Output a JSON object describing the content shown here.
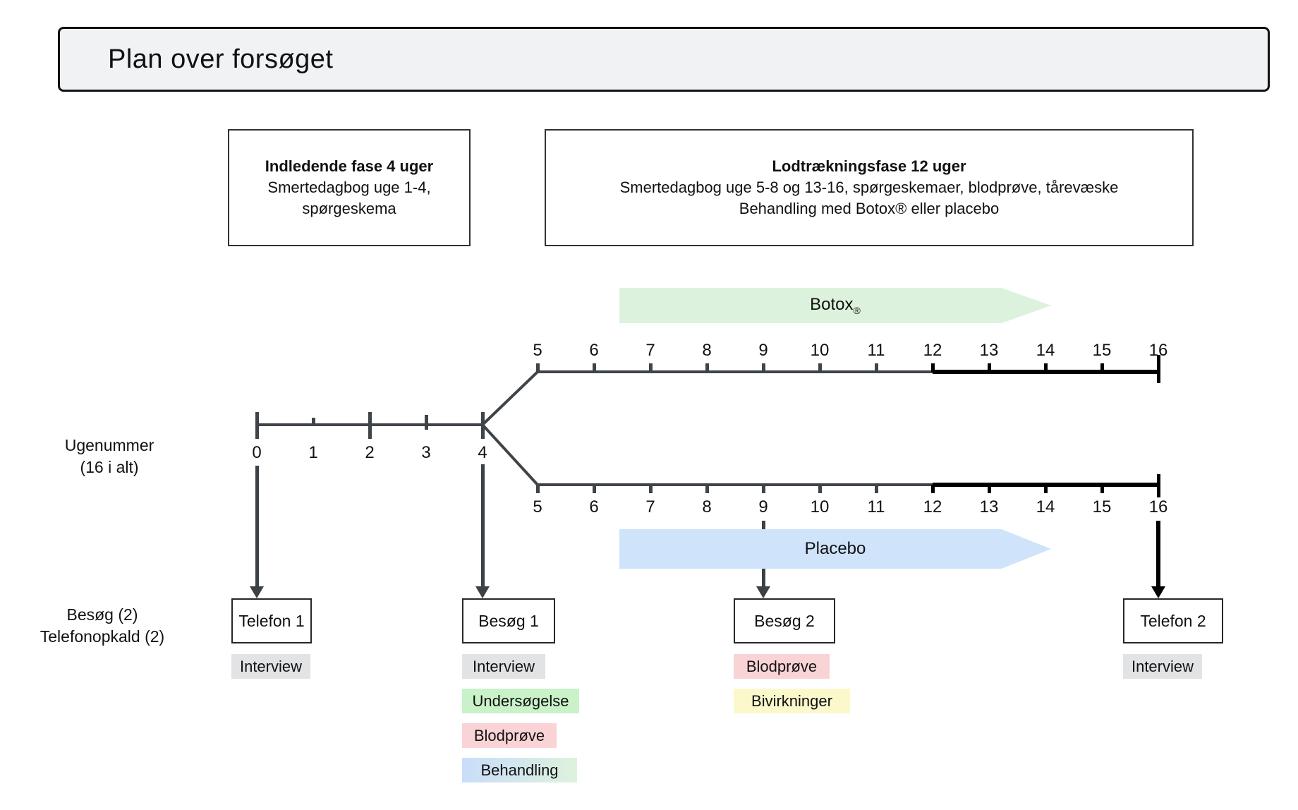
{
  "title": "Plan over forsøget",
  "phases": [
    {
      "title": "Indledende fase 4 uger",
      "line1": "Smertedagbog uge 1-4,",
      "line2": "spørgeskema"
    },
    {
      "title": "Lodtrækningsfase 12 uger",
      "line1": "Smertedagbog uge 5-8 og 13-16, spørgeskemaer, blodprøve, tårevæske",
      "line2": "Behandling med Botox® eller placebo"
    }
  ],
  "timeline": {
    "main_weeks": [
      "0",
      "1",
      "2",
      "3",
      "4"
    ],
    "branch_weeks": [
      "5",
      "6",
      "7",
      "8",
      "9",
      "10",
      "11",
      "12",
      "13",
      "14",
      "15",
      "16"
    ],
    "line_color": "#3f4449",
    "line_color_emphasis": "#000000"
  },
  "bands": {
    "botox": {
      "label": "Botox",
      "reg": "®",
      "color": "#dcf2dc"
    },
    "placebo": {
      "label": "Placebo",
      "color": "#cfe3fa"
    }
  },
  "side_labels": {
    "weeks_line1": "Ugenummer",
    "weeks_line2": "(16 i alt)",
    "visits_line1": "Besøg (2)",
    "visits_line2": "Telefonopkald (2)"
  },
  "events": [
    {
      "box": "Telefon 1",
      "arrow_color": "#3b4145",
      "tags": [
        {
          "label": "Interview",
          "color": "#e2e3e5"
        }
      ]
    },
    {
      "box": "Besøg 1",
      "arrow_color": "#3b4145",
      "tags": [
        {
          "label": "Interview",
          "color": "#e2e3e5"
        },
        {
          "label": "Undersøgelse",
          "color": "#c9f2c9"
        },
        {
          "label": "Blodprøve",
          "color": "#f9d3d6"
        },
        {
          "label": "Behandling",
          "color_start": "#c9ddfa",
          "color_end": "#ddf2dd"
        }
      ]
    },
    {
      "box": "Besøg 2",
      "arrow_color": "#3b4145",
      "tags": [
        {
          "label": "Blodprøve",
          "color": "#f9d3d6"
        },
        {
          "label": "Bivirkninger",
          "color": "#fbf8cb"
        }
      ]
    },
    {
      "box": "Telefon 2",
      "arrow_color": "#000000",
      "tags": [
        {
          "label": "Interview",
          "color": "#e2e3e5"
        }
      ]
    }
  ]
}
